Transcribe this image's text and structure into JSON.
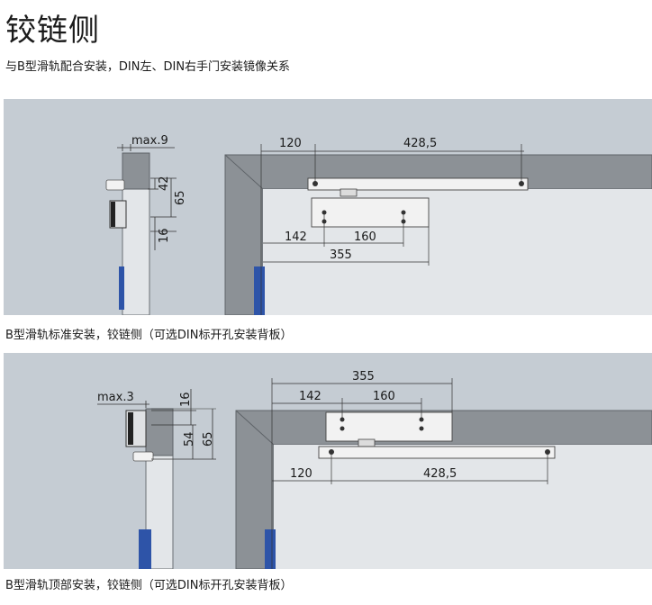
{
  "page": {
    "title": "铰链侧",
    "subtitle": "与B型滑轨配合安装，DIN左、DIN右手门安装镜像关系"
  },
  "figures": [
    {
      "caption": "B型滑轨标准安装，铰链侧（可选DIN标开孔安装背板）",
      "side_dims": {
        "max": "max.9",
        "d42": "42",
        "d65": "65",
        "d16": "16"
      },
      "top_dims": {
        "d120": "120",
        "d428": "428,5",
        "d142": "142",
        "d160": "160",
        "d355": "355"
      }
    },
    {
      "caption": "B型滑轨顶部安装，铰链侧（可选DIN标开孔安装背板）",
      "side_dims": {
        "max": "max.3",
        "d16": "16",
        "d54": "54",
        "d65": "65"
      },
      "top_dims": {
        "d355": "355",
        "d142": "142",
        "d160": "160",
        "d120": "120",
        "d428": "428,5"
      }
    }
  ],
  "colors": {
    "panel_bg": "#c5ccd3",
    "frame": "#8c9196",
    "door": "#e3e6e9",
    "hinge_blue": "#2e54a8"
  }
}
